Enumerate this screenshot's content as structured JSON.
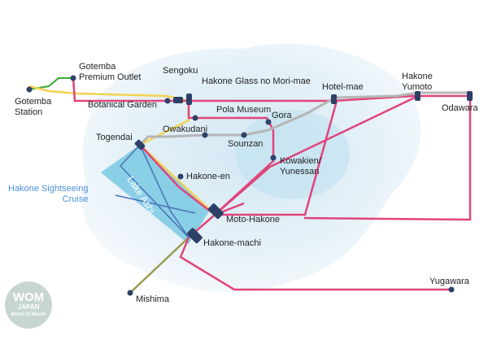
{
  "map": {
    "stations": {
      "gotemba_station": "Gotemba\nStation",
      "gotemba_outlet": "Gotemba\nPremium Outlet",
      "sengoku": "Sengoku",
      "botanical_garden": "Botanical Garden",
      "hakone_glass": "Hakone Glass no Mori-mae",
      "hotel_mae": "Hotel-mae",
      "hakone_yumoto": "Hakone\nYumoto",
      "odawara": "Odawara",
      "pola_museum": "Pola Museum",
      "gora": "Gora",
      "togendai": "Togendai",
      "owakudani": "Owakudani",
      "sounzan": "Sounzan",
      "kowakien": "Kowakien/\nYunessan",
      "hakone_en": "Hakone-en",
      "moto_hakone": "Moto-Hakone",
      "hakone_machi": "Hakone-machi",
      "yugawara": "Yugawara",
      "mishima": "Mishima"
    },
    "lake_label": "Lake Ashi",
    "cruise_label": "Hakone Sightseeing\nCruise",
    "logo": {
      "line1": "WOM",
      "line2": "JAPAN",
      "line3": "Word Of Mouth"
    },
    "colors": {
      "bus_pink": "#e0457b",
      "train_grey": "#b5b5b5",
      "ropeway_grey": "#aaaaaa",
      "bus_yellow": "#f2d34f",
      "bus_green": "#3aaa35",
      "olive": "#9a9a55",
      "lake": "#7ecbe3",
      "cruise_blue": "#4a72b8",
      "node": "#2d4068"
    }
  }
}
